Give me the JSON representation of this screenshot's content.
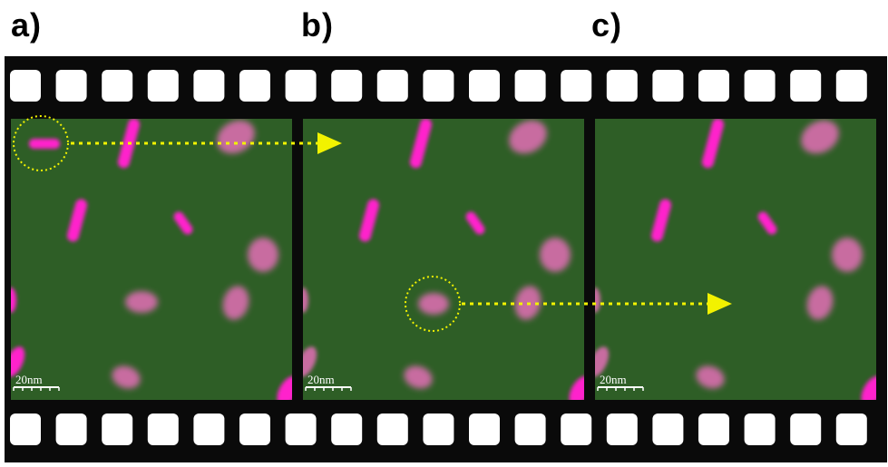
{
  "labels": {
    "a": "a)",
    "b": "b)",
    "c": "c)"
  },
  "scale_bar": "20nm",
  "colors": {
    "film": "#0a0a0a",
    "sprocket": "#ffffff",
    "background": "#2e5e26",
    "particle_bright": "#ff22cc",
    "particle_dim": "#c86ca0",
    "annotation": "#f2f200"
  }
}
